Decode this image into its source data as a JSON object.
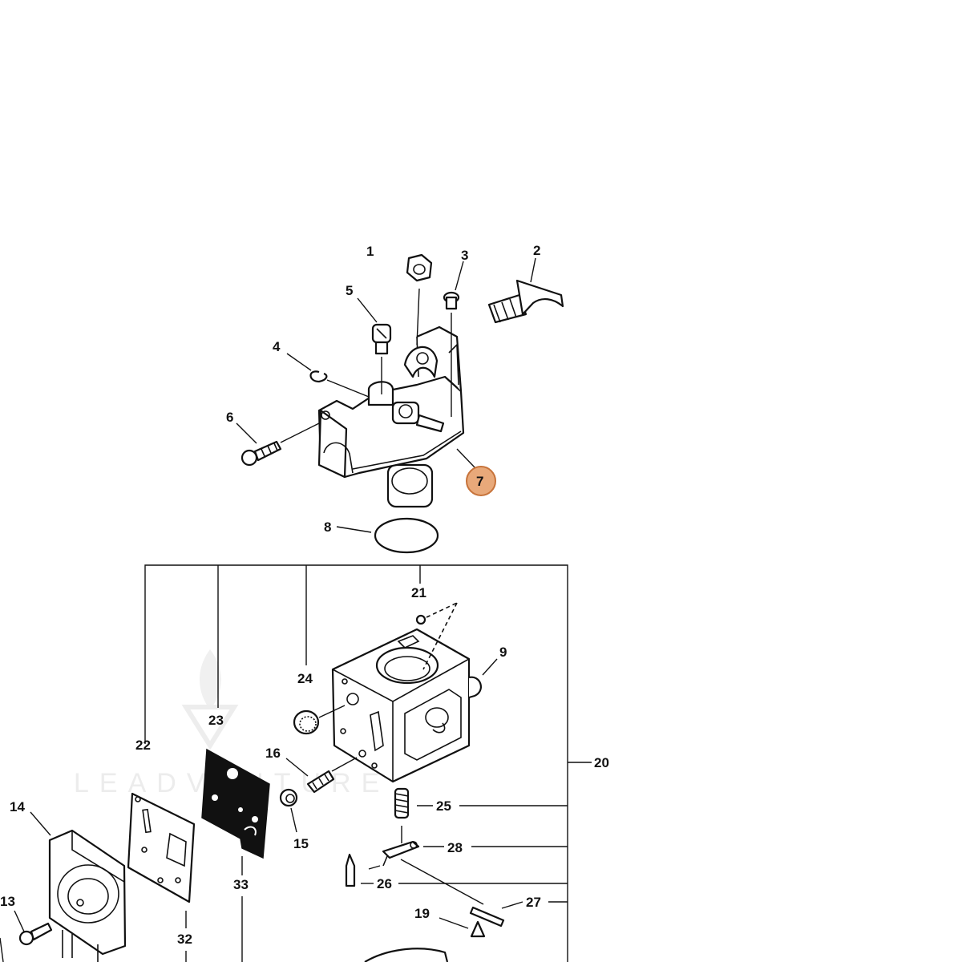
{
  "diagram": {
    "watermark": "LEADVENTURE",
    "highlight_color": "#e8a97a",
    "highlight_stroke": "#c7733a",
    "labels": {
      "p1": "1",
      "p2": "2",
      "p3": "3",
      "p4": "4",
      "p5": "5",
      "p6": "6",
      "p7": "7",
      "p8": "8",
      "p9": "9",
      "p13": "13",
      "p14": "14",
      "p15": "15",
      "p16": "16",
      "p19": "19",
      "p20": "20",
      "p21": "21",
      "p22": "22",
      "p23": "23",
      "p24": "24",
      "p25": "25",
      "p26": "26",
      "p27": "27",
      "p28": "28",
      "p32": "32",
      "p33": "33"
    },
    "highlighted_part": "7"
  }
}
